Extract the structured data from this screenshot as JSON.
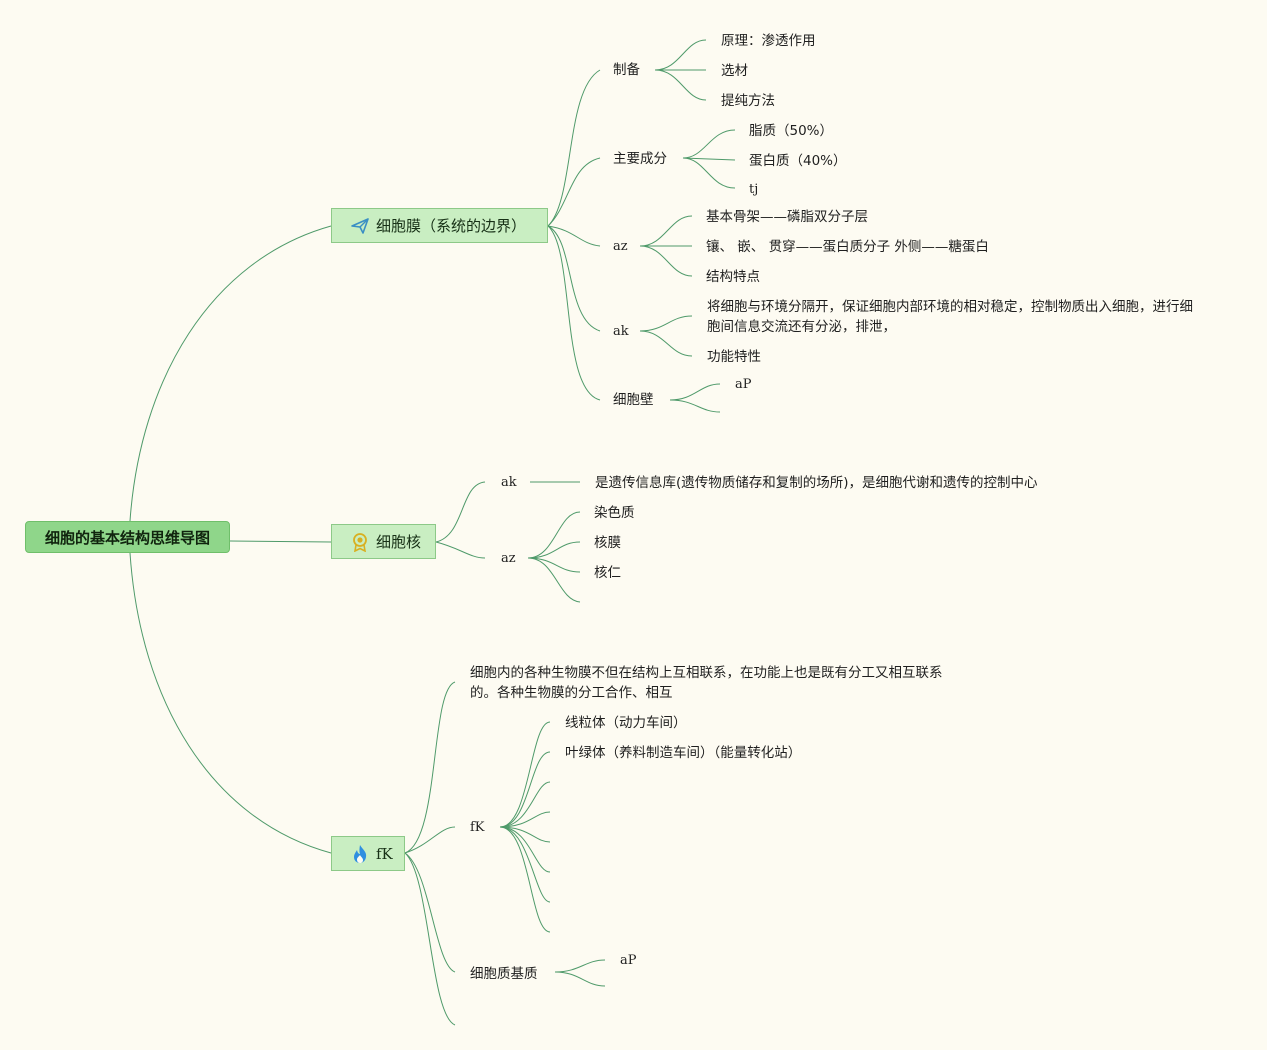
{
  "root": {
    "title": "细胞的基本结构思维导图"
  },
  "membrane": {
    "title": "细胞膜（系统的边界）",
    "icon": "paper-plane-icon",
    "prep": {
      "label": "制备",
      "items": [
        "原理：渗透作用",
        "选材",
        "提纯方法"
      ]
    },
    "components": {
      "label": "主要成分",
      "items": [
        "脂质（50%）",
        "蛋白质（40%）",
        "tj"
      ]
    },
    "structure": {
      "label": "az",
      "items": [
        "基本骨架——磷脂双分子层",
        "镶、 嵌、 贯穿——蛋白质分子 外侧——糖蛋白",
        "结构特点"
      ]
    },
    "function": {
      "label": "ak",
      "desc": "将细胞与环境分隔开，保证细胞内部环境的相对稳定，控制物质出入细胞，进行细胞间信息交流还有分泌，排泄，",
      "feature": "功能特性"
    },
    "wall": {
      "label": "细胞壁",
      "items": [
        "aP"
      ]
    }
  },
  "nucleus": {
    "title": "细胞核",
    "icon": "medal-icon",
    "function": {
      "label": "ak",
      "desc": "是遗传信息库(遗传物质储存和复制的场所)，是细胞代谢和遗传的控制中心"
    },
    "structure": {
      "label": "az",
      "items": [
        "染色质",
        "核膜",
        "核仁"
      ]
    }
  },
  "cytoplasm": {
    "title": "fK",
    "icon": "flame-icon",
    "note": "细胞内的各种生物膜不但在结构上互相联系，在功能上也是既有分工又相互联系的。各种生物膜的分工合作、相互",
    "organelles": {
      "label": "fK",
      "items": [
        "线粒体（动力车间）",
        "叶绿体（养料制造车间）（能量转化站）"
      ]
    },
    "matrix": {
      "label": "细胞质基质",
      "items": [
        "aP"
      ]
    }
  },
  "colors": {
    "line": "#4f9a6a",
    "root_fill": "#8fd68a",
    "main_fill": "#c9eec2",
    "background": "#fdfbf2"
  }
}
